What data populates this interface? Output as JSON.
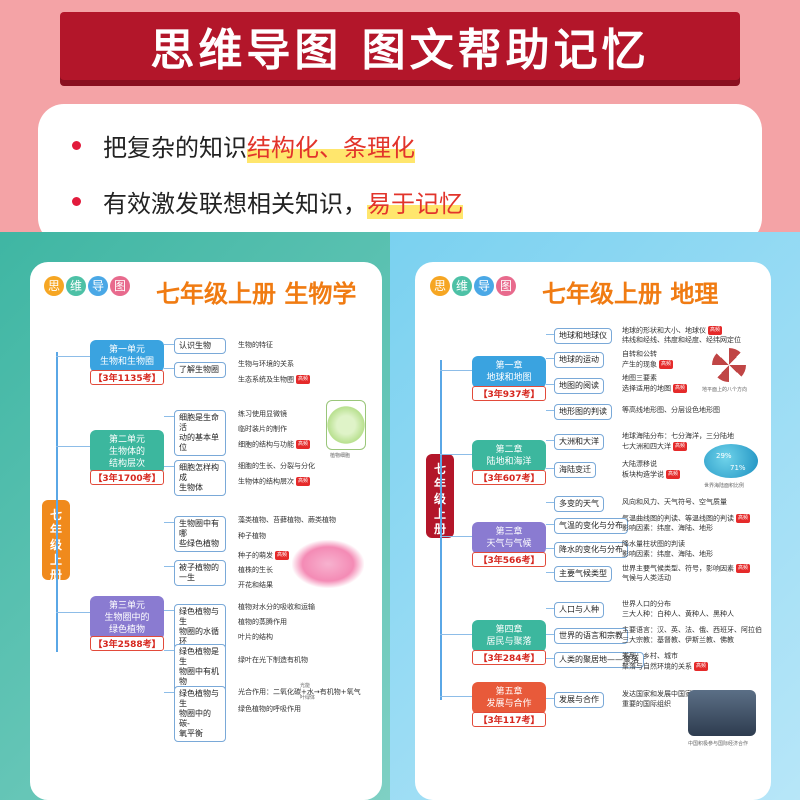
{
  "header": {
    "title": "思维导图 图文帮助记忆"
  },
  "bullets": [
    {
      "text": "把复杂的知识",
      "highlight": "结构化、条理化"
    },
    {
      "text": "有效激发联想相关知识，",
      "highlight": "易于记忆"
    }
  ],
  "badge": {
    "chars": [
      "思",
      "维",
      "导",
      "图"
    ]
  },
  "biology": {
    "title": "七年级上册 生物学",
    "root": "七年级上册",
    "units": [
      {
        "name": "第一单元\n生物和生物圈",
        "count": "【3年1135考】",
        "branches": [
          {
            "label": "认识生物",
            "leaves": [
              "生物的特征"
            ]
          },
          {
            "label": "了解生物圈",
            "leaves": [
              "生物与环境的关系",
              "生态系统及生物圈"
            ]
          }
        ]
      },
      {
        "name": "第二单元\n生物体的\n结构层次",
        "count": "【3年1700考】",
        "branches": [
          {
            "label": "细胞是生命活\n动的基本单位",
            "leaves": [
              "练习使用显微镜",
              "临时装片的制作",
              "细胞的结构与功能"
            ]
          },
          {
            "label": "细胞怎样构成\n生物体",
            "leaves": [
              "细胞的生长、分裂与分化",
              "生物体的结构层次"
            ]
          }
        ]
      },
      {
        "name": "第三单元\n生物圈中的\n绿色植物",
        "count": "【3年2588考】",
        "branches": [
          {
            "label": "生物圈中有哪\n些绿色植物",
            "leaves": [
              "藻类植物、苔藓植物、蕨类植物",
              "种子植物"
            ]
          },
          {
            "label": "被子植物的\n一生",
            "leaves": [
              "种子的萌发",
              "植株的生长",
              "开花和结果"
            ]
          },
          {
            "label": "绿色植物与生\n物圈的水循环",
            "leaves": [
              "植物对水分的吸收和运输",
              "植物的蒸腾作用",
              "叶片的结构"
            ]
          },
          {
            "label": "绿色植物是生\n物圈中有机物\n的制造者",
            "leaves": [
              "绿叶在光下制造有机物"
            ]
          },
          {
            "label": "绿色植物与生\n物圈中的碳-\n氧平衡",
            "leaves": [
              "光合作用：二氧化碳+水→有机物+氧气",
              "绿色植物的呼吸作用"
            ]
          }
        ]
      }
    ],
    "hot_tag": "高频",
    "cell_caption": "植物细胞",
    "formula_over": "光能",
    "formula_under": "叶绿体"
  },
  "geography": {
    "title": "七年级上册 地理",
    "root": "七年级上册",
    "chapters": [
      {
        "name": "第一章\n地球和地图",
        "count": "【3年937考】",
        "branches": [
          {
            "label": "地球和地球仪",
            "leaves": [
              "地球的形状和大小、地球仪",
              "纬线和经线、纬度和经度、经纬网定位"
            ]
          },
          {
            "label": "地球的运动",
            "leaves": [
              "自转和公转",
              "产生的现象"
            ]
          },
          {
            "label": "地图的阅读",
            "leaves": [
              "地图三要素",
              "选择适用的地图"
            ]
          },
          {
            "label": "地形图的判读",
            "leaves": [
              "等高线地形图、分层设色地形图"
            ]
          }
        ]
      },
      {
        "name": "第二章\n陆地和海洋",
        "count": "【3年607考】",
        "branches": [
          {
            "label": "大洲和大洋",
            "leaves": [
              "地球海陆分布：七分海洋，三分陆地",
              "七大洲和四大洋"
            ]
          },
          {
            "label": "海陆变迁",
            "leaves": [
              "大陆漂移说",
              "板块构造学说"
            ]
          }
        ]
      },
      {
        "name": "第三章\n天气与气候",
        "count": "【3年566考】",
        "branches": [
          {
            "label": "多变的天气",
            "leaves": [
              "风向和风力、天气符号、空气质量"
            ]
          },
          {
            "label": "气温的变化与分布",
            "leaves": [
              "气温曲线图的判读、等温线图的判读",
              "影响因素：纬度、海陆、地形"
            ]
          },
          {
            "label": "降水的变化与分布",
            "leaves": [
              "降水量柱状图的判读",
              "影响因素：纬度、海陆、地形"
            ]
          },
          {
            "label": "主要气候类型",
            "leaves": [
              "世界主要气候类型、符号，影响因素",
              "气候与人类活动"
            ]
          }
        ]
      },
      {
        "name": "第四章\n居民与聚落",
        "count": "【3年284考】",
        "branches": [
          {
            "label": "人口与人种",
            "leaves": [
              "世界人口的分布",
              "三大人种：白种人、黄种人、黑种人"
            ]
          },
          {
            "label": "世界的语言和宗教",
            "leaves": [
              "主要语言：汉、英、法、俄、西班牙、阿拉伯",
              "三大宗教：基督教、伊斯兰教、佛教"
            ]
          },
          {
            "label": "人类的聚居地——聚落",
            "leaves": [
              "类型：乡村、城市",
              "聚落与自然环境的关系"
            ]
          }
        ]
      },
      {
        "name": "第五章\n发展与合作",
        "count": "【3年117考】",
        "branches": [
          {
            "label": "发展与合作",
            "leaves": [
              "发达国家和发展中国家",
              "重要的国际组织"
            ]
          }
        ]
      }
    ],
    "hot_tag": "高频",
    "compass_caption": "地平面上的八个方向",
    "globe_caption": "世界海陆面积比例",
    "globe_labels": [
      "29%",
      "71%"
    ],
    "photo_caption": "中国积极参与国际经济合作"
  },
  "colors": {
    "title_red": "#b3162a",
    "hl_orange": "#e2342b",
    "unit1": "#3aa3e0",
    "unit2": "#3cb79e",
    "unit3": "#8a7bd1",
    "root_orange": "#f08a1c"
  }
}
